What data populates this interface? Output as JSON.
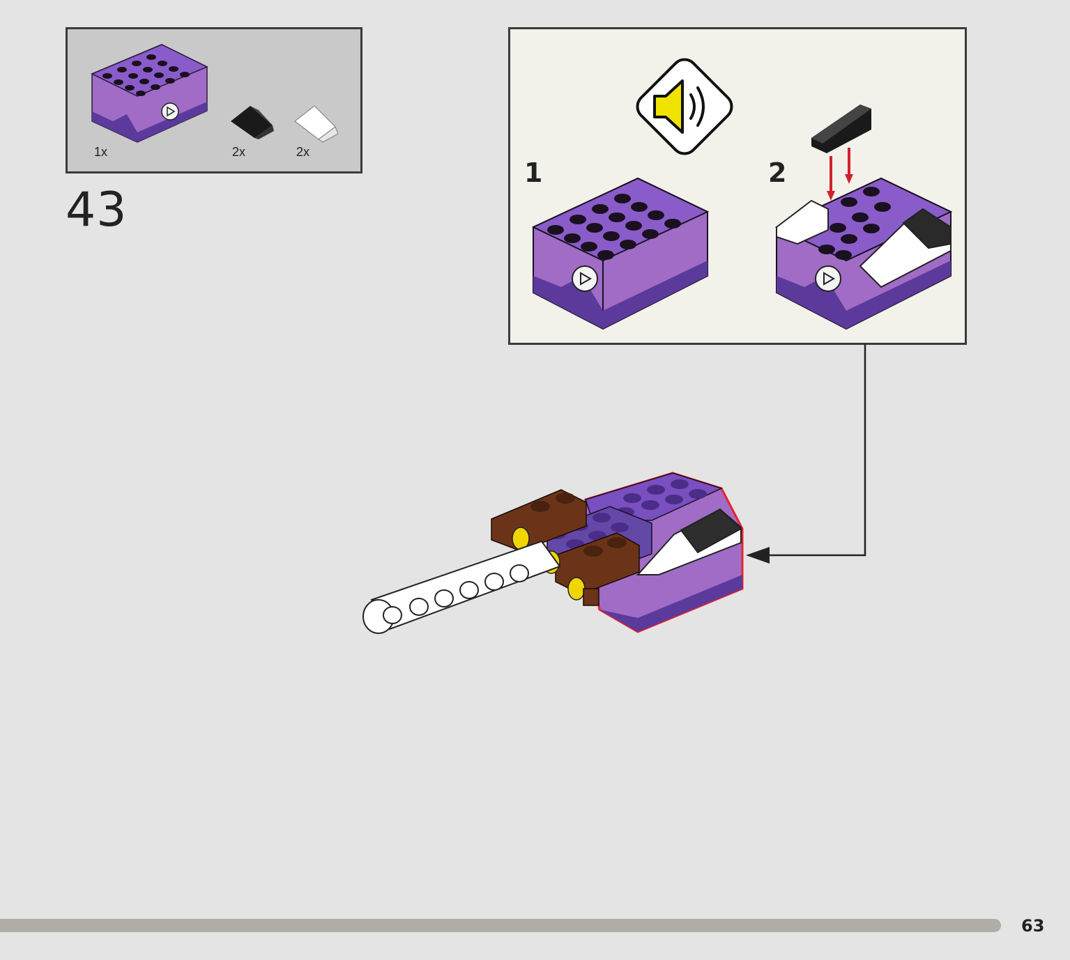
{
  "step": {
    "number": "43"
  },
  "parts": [
    {
      "qty": "1x",
      "icon": "purple-sound-brick-icon"
    },
    {
      "qty": "2x",
      "icon": "black-slope-icon"
    },
    {
      "qty": "2x",
      "icon": "white-slope-icon"
    }
  ],
  "sub_steps": [
    {
      "number": "1"
    },
    {
      "number": "2"
    }
  ],
  "page": {
    "number": "63"
  },
  "colors": {
    "purple_top": "#8a5cc9",
    "purple_side": "#a06cc6",
    "purple_dark": "#5b3a9c",
    "brown": "#6b3419",
    "yellow": "#f1d400",
    "arrow_red": "#d2202e",
    "highlight_red": "#e8222a"
  }
}
